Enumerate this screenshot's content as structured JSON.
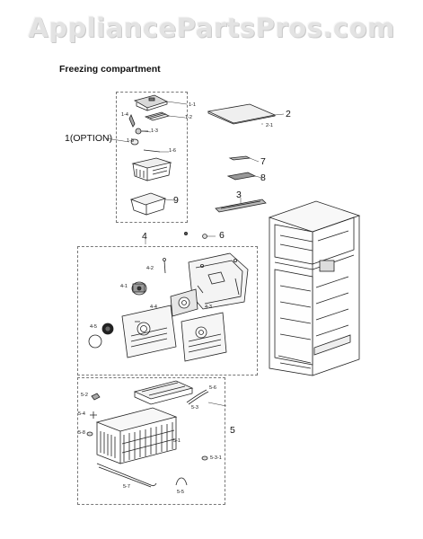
{
  "watermark": "AppliancePartsPros.com",
  "title": "Freezing compartment",
  "labels": {
    "l1": "1(OPTION)",
    "l2": "2",
    "l3": "3",
    "l4": "4",
    "l5": "5",
    "l6": "6",
    "l7": "7",
    "l8": "8",
    "l9": "9",
    "l1_1": "1-1",
    "l1_2": "1-2",
    "l1_3": "1-3",
    "l1_4": "1-4",
    "l1_5": "1-5",
    "l1_6": "1-6",
    "l2_1": "2-1",
    "l4_1": "4-1",
    "l4_2": "4-2",
    "l4_3": "4-3",
    "l4_4": "4-4",
    "l4_5": "4-5",
    "l5_1": "5-1",
    "l5_2": "5-2",
    "l5_3": "5-3",
    "l5_4": "5-4",
    "l5_5": "5-5",
    "l5_6": "5-6",
    "l5_7": "5-7",
    "l5_8": "5-8",
    "l5_3_1": "5-3-1"
  }
}
